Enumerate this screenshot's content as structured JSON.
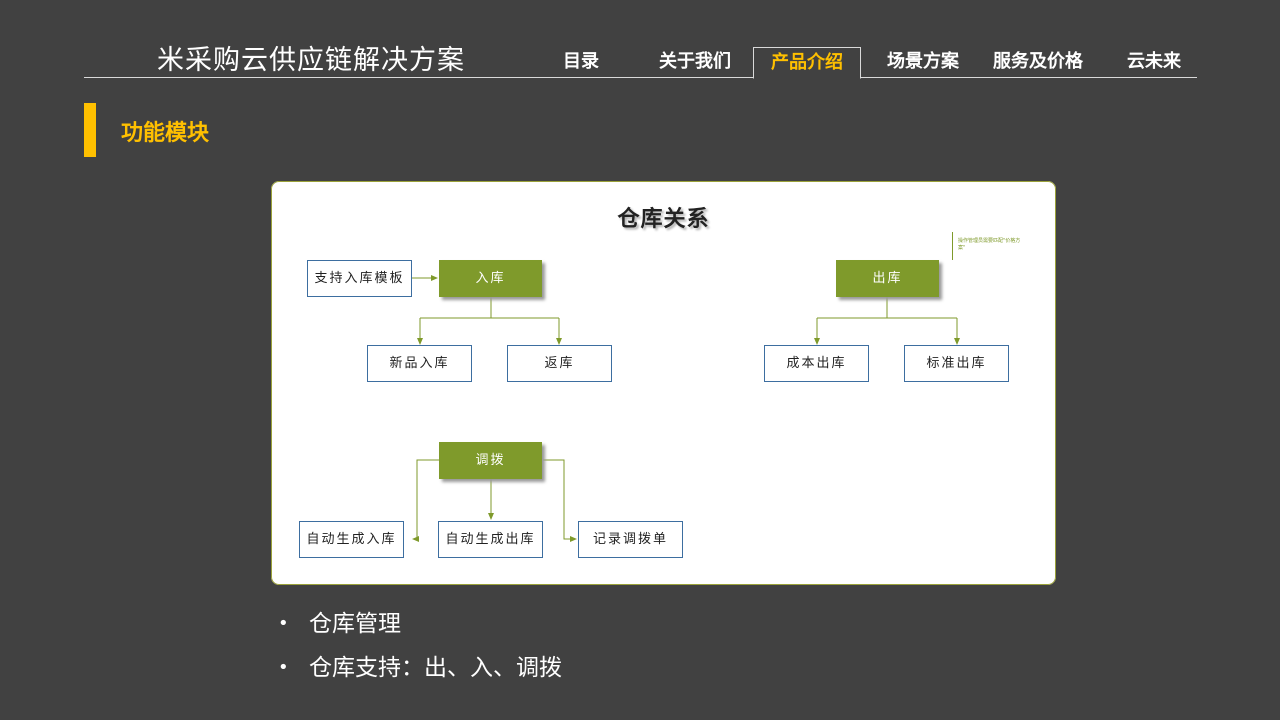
{
  "header": {
    "app_title": "米采购云供应链解决方案",
    "nav": [
      {
        "label": "目录",
        "active": false
      },
      {
        "label": "关于我们",
        "active": false
      },
      {
        "label": "产品介绍",
        "active": true
      },
      {
        "label": "场景方案",
        "active": false
      },
      {
        "label": "服务及价格",
        "active": false
      },
      {
        "label": "云未来",
        "active": false
      }
    ]
  },
  "section": {
    "title": "功能模块"
  },
  "diagram": {
    "title": "仓库关系",
    "note": "操作管理员需要匹配\"价格方案\"",
    "inbound": {
      "main": "入库",
      "source": "支持入库模板",
      "children": [
        "新品入库",
        "返库"
      ]
    },
    "outbound": {
      "main": "出库",
      "children": [
        "成本出库",
        "标准出库"
      ]
    },
    "transfer": {
      "main": "调拨",
      "children": [
        "自动生成入库",
        "自动生成出库",
        "记录调拨单"
      ]
    }
  },
  "bullets": {
    "symbol": "•",
    "items": [
      "仓库管理",
      "仓库支持：出、入、调拨"
    ]
  },
  "colors": {
    "background": "#414141",
    "accent": "#ffc000",
    "node_green": "#7f9a2b",
    "node_border": "#3d6ea0"
  }
}
